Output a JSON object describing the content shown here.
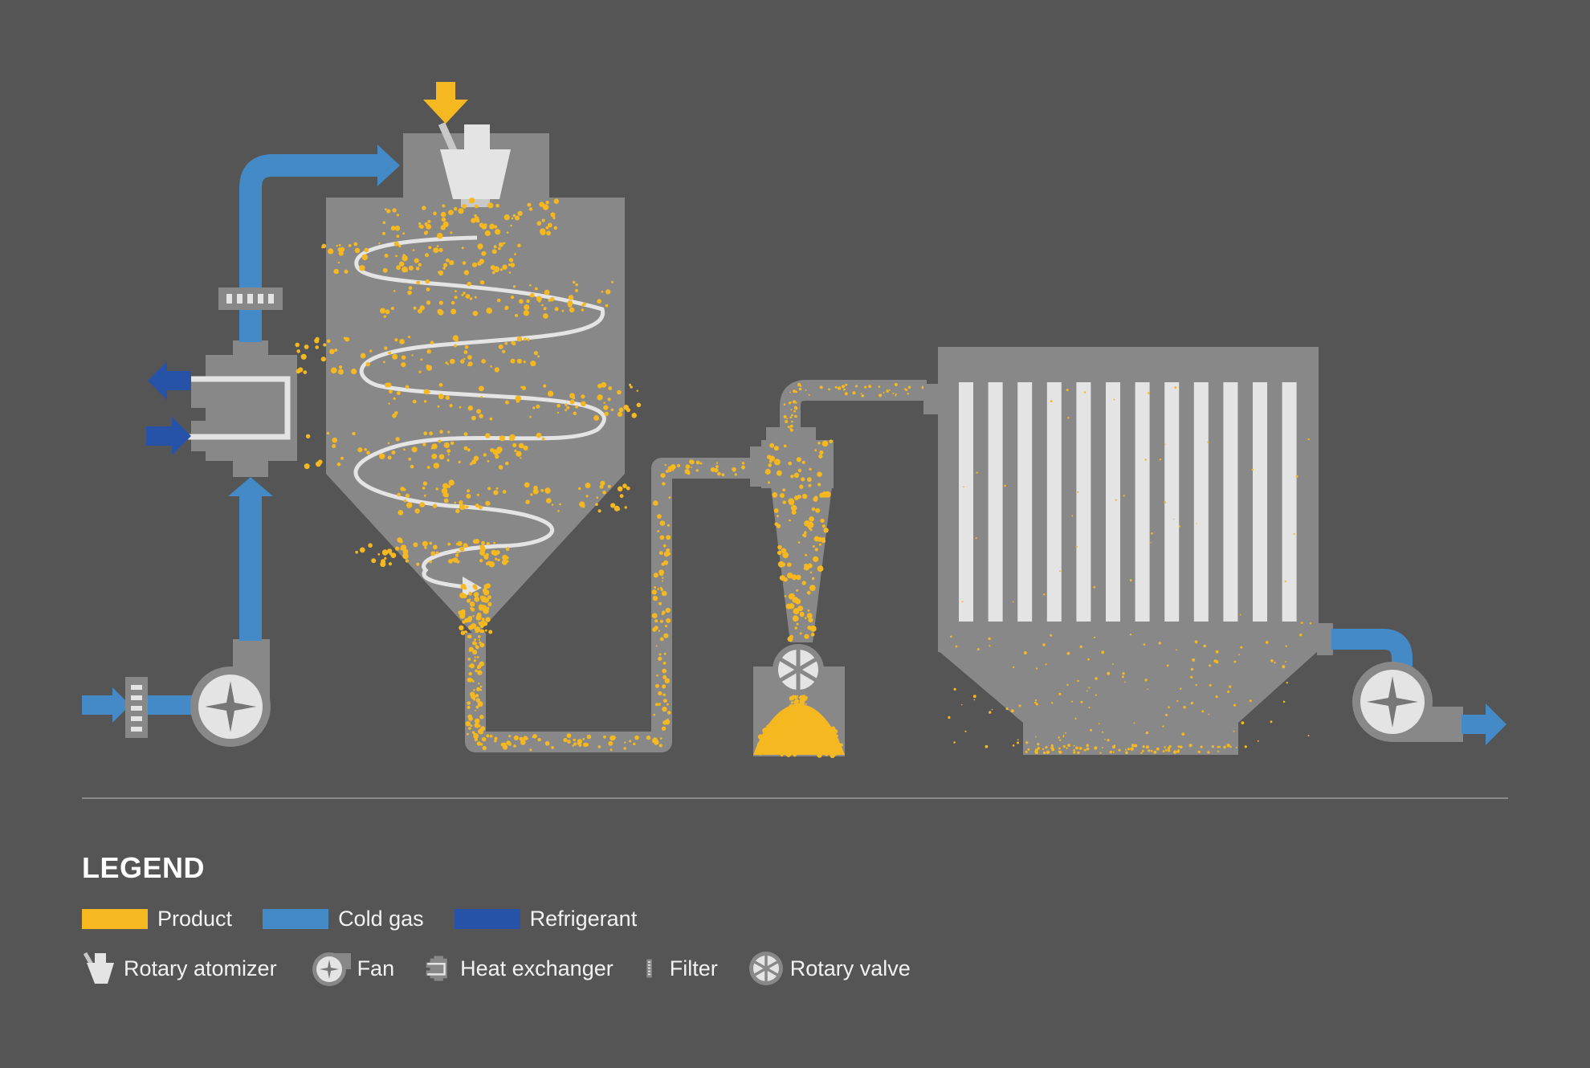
{
  "legend": {
    "title": "LEGEND",
    "streams": [
      {
        "label": "Product",
        "color": "#f5b820"
      },
      {
        "label": "Cold gas",
        "color": "#438ac6"
      },
      {
        "label": "Refrigerant",
        "color": "#2653a8"
      }
    ],
    "components": [
      {
        "label": "Rotary atomizer",
        "icon": "rotary-atomizer-icon"
      },
      {
        "label": "Fan",
        "icon": "fan-icon"
      },
      {
        "label": "Heat exchanger",
        "icon": "heat-exchanger-icon"
      },
      {
        "label": "Filter",
        "icon": "filter-icon"
      },
      {
        "label": "Rotary valve",
        "icon": "rotary-valve-icon"
      }
    ]
  },
  "colors": {
    "background": "#555555",
    "equipment": "#888888",
    "light": "#e4e4e4",
    "product": "#f5b820",
    "cold_gas": "#438ac6",
    "refrigerant": "#2653a8"
  }
}
